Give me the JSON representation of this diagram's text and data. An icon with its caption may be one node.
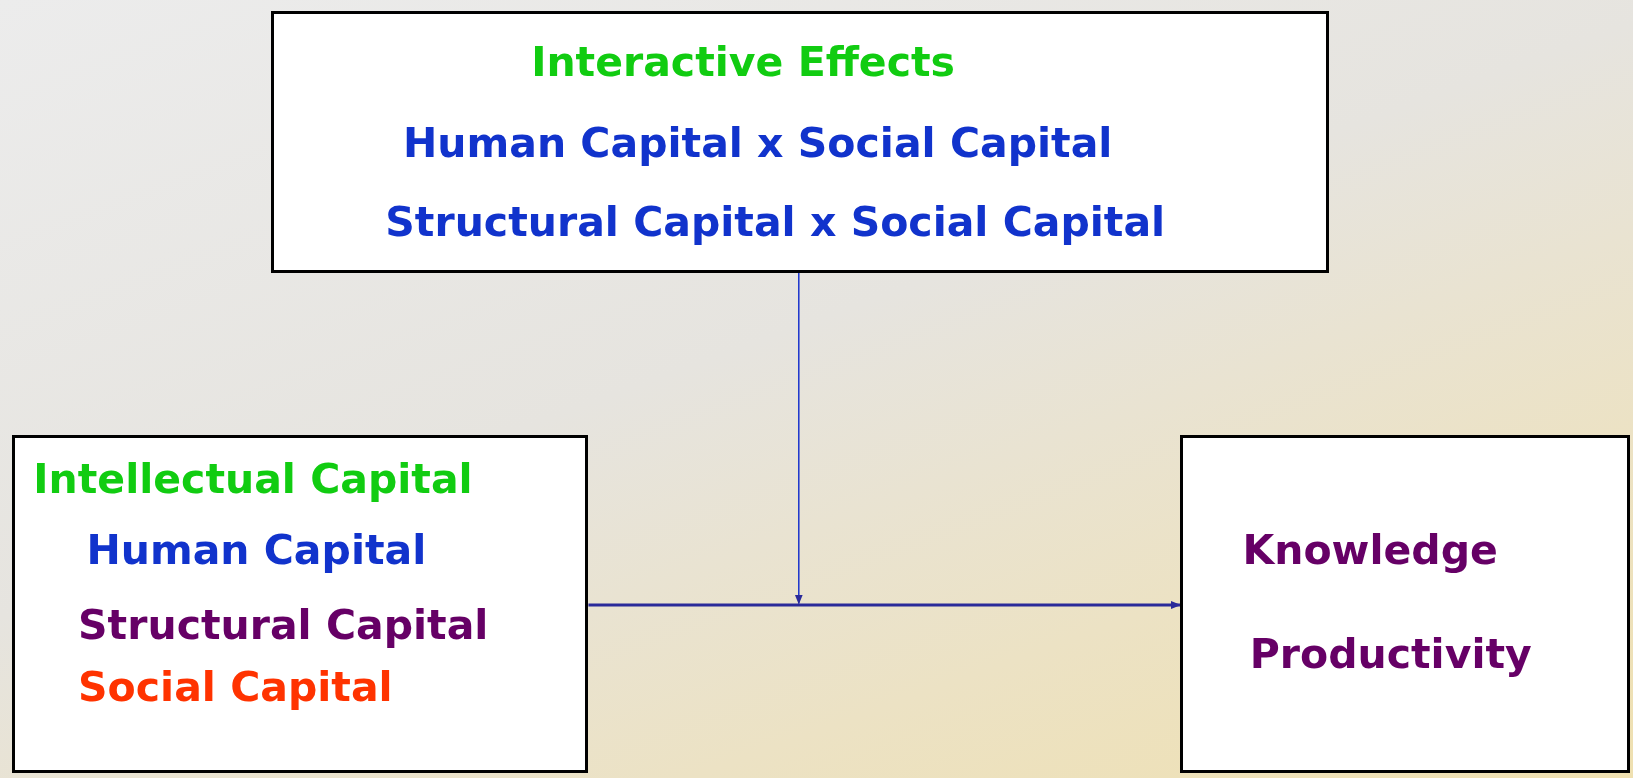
{
  "diagram": {
    "nodes": [
      {
        "text": [
          "Interactive Effects",
          "Human Capital x Social Capital",
          "Structural Capital x Social Capital"
        ]
      },
      {
        "text": [
          "Intellectual Capital",
          "Human Capital",
          "Structural Capital",
          "Social Capital"
        ]
      },
      {
        "text": [
          "Knowledge",
          "Productivity"
        ]
      }
    ],
    "edges": [
      {
        "from": 1,
        "to": 2,
        "arrow": "to"
      },
      {
        "from": 0,
        "to": null,
        "arrow": "to"
      }
    ]
  }
}
